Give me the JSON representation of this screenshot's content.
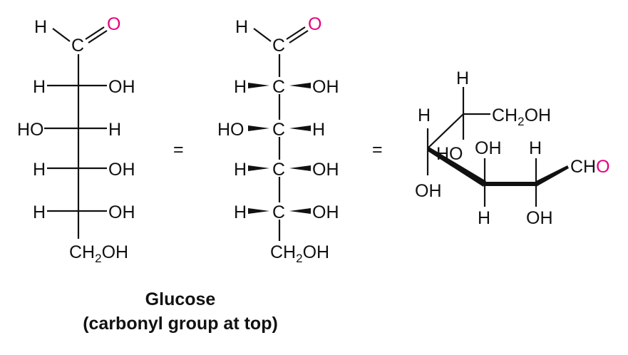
{
  "atoms": {
    "H": "H",
    "O": "O",
    "C": "C",
    "OH": "OH",
    "HO": "HO",
    "CH2_main": "CH",
    "CH2_sub": "2",
    "CH2_tail": "OH",
    "CHO_left": "CH",
    "CHO_right": "O"
  },
  "equals": "=",
  "caption": {
    "title": "Glucose",
    "subtitle": "(carbonyl group at top)"
  },
  "colors": {
    "carbonyl_oxygen": "#e6007e",
    "ink": "#111111"
  }
}
